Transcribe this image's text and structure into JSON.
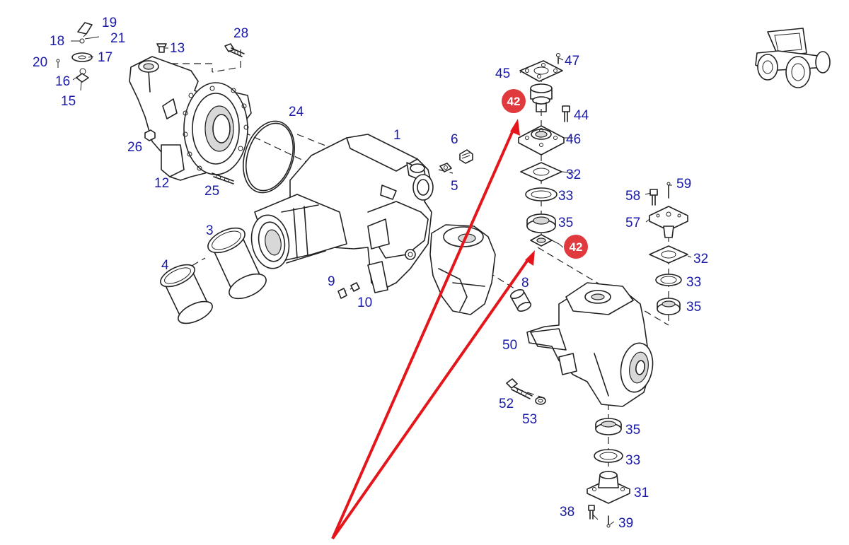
{
  "colors": {
    "label": "#1a1aa8",
    "highlight_badge": "#e03a3e",
    "arrow": "#e4161b",
    "line_art": "#222222"
  },
  "labels": {
    "p1": "1",
    "p3": "3",
    "p4": "4",
    "p5": "5",
    "p6": "6",
    "p8": "8",
    "p9": "9",
    "p10": "10",
    "p12": "12",
    "p13": "13",
    "p15": "15",
    "p16": "16",
    "p17": "17",
    "p18": "18",
    "p19": "19",
    "p20": "20",
    "p21": "21",
    "p24": "24",
    "p25": "25",
    "p26": "26",
    "p28": "28",
    "p31": "31",
    "p32a": "32",
    "p32b": "32",
    "p33a": "33",
    "p33b": "33",
    "p33c": "33",
    "p35a": "35",
    "p35b": "35",
    "p35c": "35",
    "p38": "38",
    "p39": "39",
    "p44": "44",
    "p45": "45",
    "p46": "46",
    "p47": "47",
    "p50": "50",
    "p52": "52",
    "p53": "53",
    "p57": "57",
    "p58": "58",
    "p59": "59"
  },
  "highlights": [
    {
      "id": "badge-top",
      "text": "42"
    },
    {
      "id": "badge-mid",
      "text": "42"
    }
  ],
  "icons": {
    "tractor": "tractor-icon"
  }
}
